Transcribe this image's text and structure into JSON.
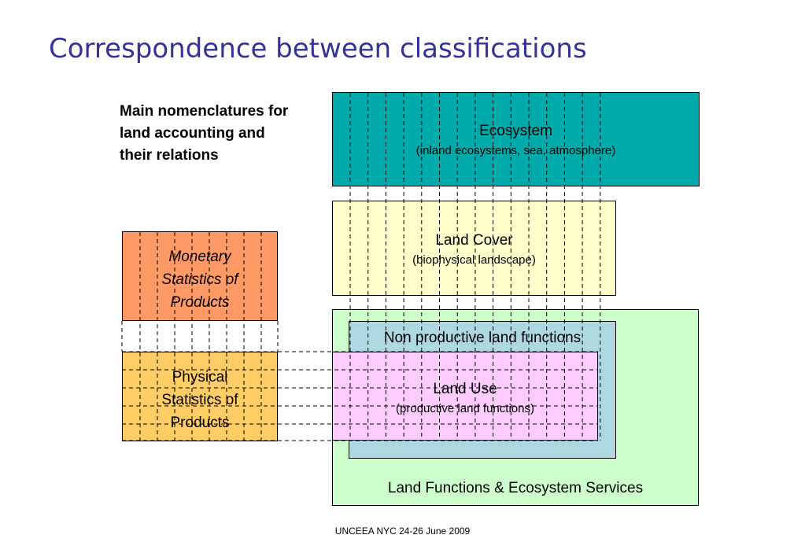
{
  "title": "Correspondence between classifications",
  "subtitle": "Main nomenclatures for land accounting and their relations",
  "boxes": {
    "ecosystem": {
      "label": "Ecosystem",
      "sublabel": "(inland ecosystems, sea, atmosphere)",
      "color": "#00AAAA"
    },
    "land_cover": {
      "label": "Land Cover",
      "sublabel": "(biophysical landscape)",
      "color": "#FFFFCC"
    },
    "land_functions": {
      "label": "Land Functions & Ecosystem Services",
      "color": "#CCFFCC"
    },
    "non_productive": {
      "label": "Non productive land functions",
      "color": "#ADD8E0"
    },
    "land_use": {
      "label": "Land Use",
      "sublabel": "(productive land functions)",
      "color": "#FFCCFF"
    },
    "monetary": {
      "label": "Monetary Statistics of Products",
      "color": "#FF9966"
    },
    "physical": {
      "label": "Physical Statistics of Products",
      "color": "#FFCC66"
    }
  },
  "footer": "UNCEEA NYC 24-26 June 2009"
}
